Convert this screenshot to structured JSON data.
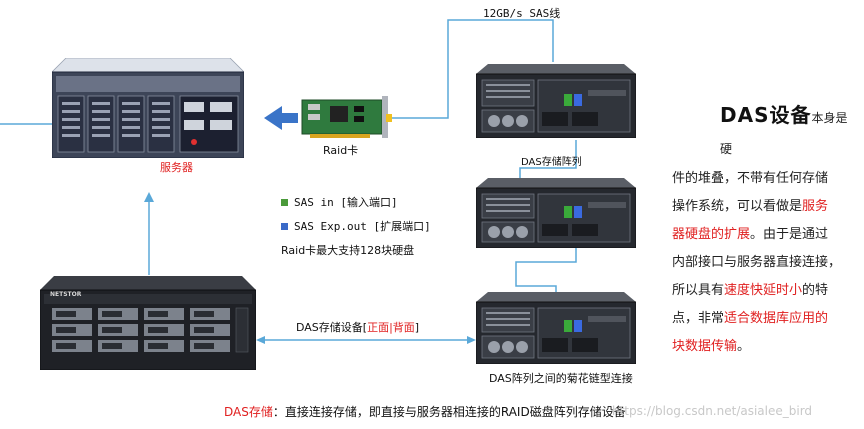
{
  "labels": {
    "sas_cable": "12GB/s SAS线",
    "raid_card": "Raid卡",
    "server": "服务器",
    "das_array": "DAS存储阵列",
    "das_device_prefix": "DAS存储设备[",
    "das_device_front_back": "正面|背面",
    "das_device_suffix": "]",
    "daisy_chain": "DAS阵列之间的菊花链型连接",
    "enclosure_brand": "NETSTOR"
  },
  "legend": {
    "sas_in": "SAS in [输入端口]",
    "sas_out": "SAS Exp.out [扩展端口]",
    "raid_max": "Raid卡最大支持128块硬盘"
  },
  "description": {
    "title": "DAS设备",
    "line1_tail": "本身是硬",
    "line2": "件的堆叠，不带有任何存储",
    "line3_pre": "操作系统，可以看做是",
    "line3_red": "服务",
    "line4_red": "器硬盘的扩展",
    "line4_post": "。由于是通过",
    "line5": "内部接口与服务器直接连接，",
    "line6_pre": "所以具有",
    "line6_red": "速度快延时小",
    "line6_post": "的特",
    "line7_pre": "点，非常",
    "line7_red": "适合数据库应用的",
    "line8_red": "块数据传输",
    "line8_post": "。"
  },
  "footer": {
    "term": "DAS存储",
    "definition": "：直接连接存储，即直接与服务器相连接的RAID磁盘阵列存储设备"
  },
  "watermark": "https://blog.csdn.net/asialee_bird",
  "colors": {
    "line": "#5aa8d8",
    "arrow": "#3a74c8",
    "red": "#e02020",
    "legend_green": "#4a9a3a",
    "legend_blue": "#3a6ac8"
  }
}
